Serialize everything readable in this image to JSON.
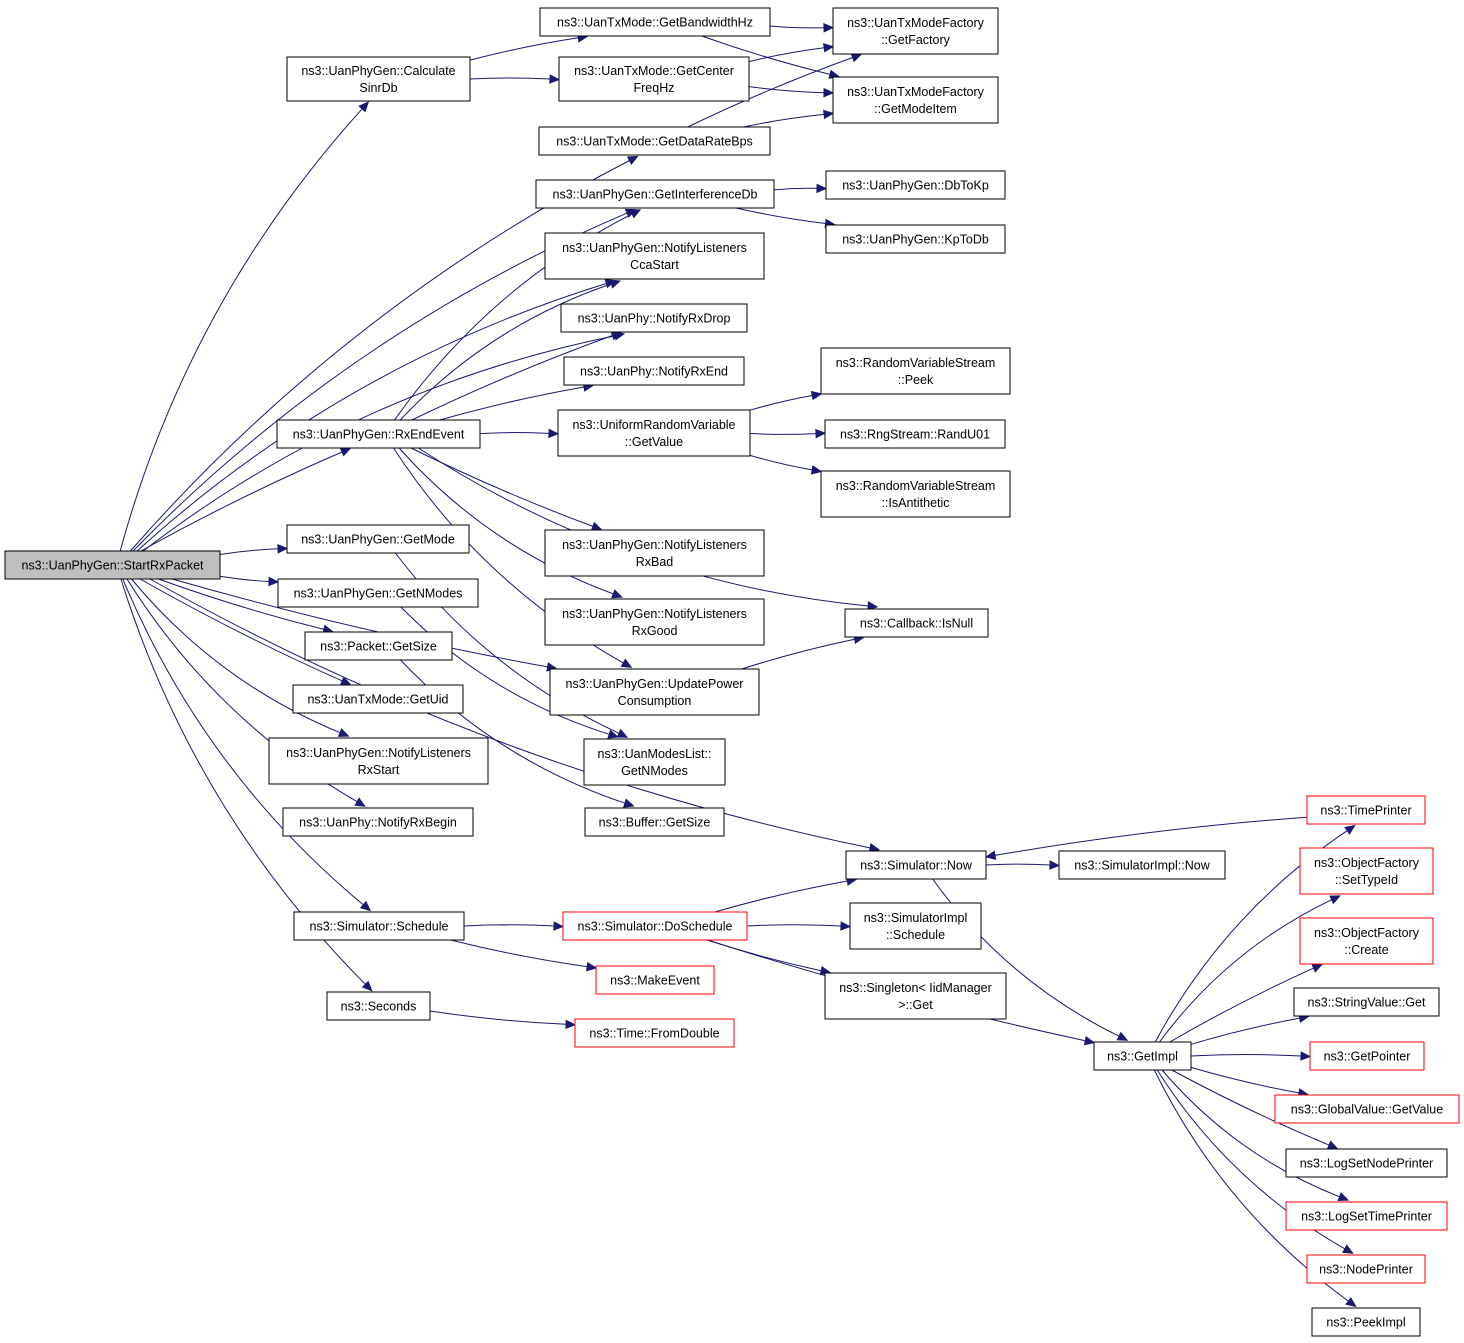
{
  "colors": {
    "edge": "#191970",
    "node_border": "#000000",
    "node_border_truncated": "#ff0000",
    "node_fill": "#ffffff",
    "root_fill": "#bfbfbf"
  },
  "nodes": [
    {
      "id": "root",
      "lines": [
        "ns3::UanPhyGen::StartRxPacket"
      ],
      "style": "root"
    },
    {
      "id": "calc_sinr",
      "lines": [
        "ns3::UanPhyGen::Calculate",
        "SinrDb"
      ],
      "style": "normal"
    },
    {
      "id": "get_bw",
      "lines": [
        "ns3::UanTxMode::GetBandwidthHz"
      ],
      "style": "normal"
    },
    {
      "id": "get_center",
      "lines": [
        "ns3::UanTxMode::GetCenter",
        "FreqHz"
      ],
      "style": "normal"
    },
    {
      "id": "get_factory",
      "lines": [
        "ns3::UanTxModeFactory",
        "::GetFactory"
      ],
      "style": "normal"
    },
    {
      "id": "get_modeitem",
      "lines": [
        "ns3::UanTxModeFactory",
        "::GetModeItem"
      ],
      "style": "normal"
    },
    {
      "id": "get_datarate",
      "lines": [
        "ns3::UanTxMode::GetDataRateBps"
      ],
      "style": "normal"
    },
    {
      "id": "get_interf",
      "lines": [
        "ns3::UanPhyGen::GetInterferenceDb"
      ],
      "style": "normal"
    },
    {
      "id": "dbtokp",
      "lines": [
        "ns3::UanPhyGen::DbToKp"
      ],
      "style": "normal"
    },
    {
      "id": "kptodb",
      "lines": [
        "ns3::UanPhyGen::KpToDb"
      ],
      "style": "normal"
    },
    {
      "id": "notify_cca",
      "lines": [
        "ns3::UanPhyGen::NotifyListeners",
        "CcaStart"
      ],
      "style": "normal"
    },
    {
      "id": "notify_rxdrop",
      "lines": [
        "ns3::UanPhy::NotifyRxDrop"
      ],
      "style": "normal"
    },
    {
      "id": "notify_rxend",
      "lines": [
        "ns3::UanPhy::NotifyRxEnd"
      ],
      "style": "normal"
    },
    {
      "id": "rv_peek",
      "lines": [
        "ns3::RandomVariableStream",
        "::Peek"
      ],
      "style": "normal"
    },
    {
      "id": "rx_end_event",
      "lines": [
        "ns3::UanPhyGen::RxEndEvent"
      ],
      "style": "normal"
    },
    {
      "id": "uniform_getvalue",
      "lines": [
        "ns3::UniformRandomVariable",
        "::GetValue"
      ],
      "style": "normal"
    },
    {
      "id": "randu01",
      "lines": [
        "ns3::RngStream::RandU01"
      ],
      "style": "normal"
    },
    {
      "id": "rv_isanti",
      "lines": [
        "ns3::RandomVariableStream",
        "::IsAntithetic"
      ],
      "style": "normal"
    },
    {
      "id": "get_mode",
      "lines": [
        "ns3::UanPhyGen::GetMode"
      ],
      "style": "normal"
    },
    {
      "id": "notify_rxbad",
      "lines": [
        "ns3::UanPhyGen::NotifyListeners",
        "RxBad"
      ],
      "style": "normal"
    },
    {
      "id": "get_nmodes",
      "lines": [
        "ns3::UanPhyGen::GetNModes"
      ],
      "style": "normal"
    },
    {
      "id": "notify_rxgood",
      "lines": [
        "ns3::UanPhyGen::NotifyListeners",
        "RxGood"
      ],
      "style": "normal"
    },
    {
      "id": "callback_isnull",
      "lines": [
        "ns3::Callback::IsNull"
      ],
      "style": "normal"
    },
    {
      "id": "packet_getsize",
      "lines": [
        "ns3::Packet::GetSize"
      ],
      "style": "normal"
    },
    {
      "id": "update_power",
      "lines": [
        "ns3::UanPhyGen::UpdatePower",
        "Consumption"
      ],
      "style": "normal"
    },
    {
      "id": "get_uid",
      "lines": [
        "ns3::UanTxMode::GetUid"
      ],
      "style": "normal"
    },
    {
      "id": "notify_rxstart",
      "lines": [
        "ns3::UanPhyGen::NotifyListeners",
        "RxStart"
      ],
      "style": "normal"
    },
    {
      "id": "modeslist_getn",
      "lines": [
        "ns3::UanModesList::",
        "GetNModes"
      ],
      "style": "normal"
    },
    {
      "id": "notify_rxbegin",
      "lines": [
        "ns3::UanPhy::NotifyRxBegin"
      ],
      "style": "normal"
    },
    {
      "id": "buffer_getsize",
      "lines": [
        "ns3::Buffer::GetSize"
      ],
      "style": "normal"
    },
    {
      "id": "time_printer",
      "lines": [
        "ns3::TimePrinter"
      ],
      "style": "truncated"
    },
    {
      "id": "sim_now",
      "lines": [
        "ns3::Simulator::Now"
      ],
      "style": "normal"
    },
    {
      "id": "simimpl_now",
      "lines": [
        "ns3::SimulatorImpl::Now"
      ],
      "style": "normal"
    },
    {
      "id": "of_settypeid",
      "lines": [
        "ns3::ObjectFactory",
        "::SetTypeId"
      ],
      "style": "truncated"
    },
    {
      "id": "simimpl_schedule",
      "lines": [
        "ns3::SimulatorImpl",
        "::Schedule"
      ],
      "style": "normal"
    },
    {
      "id": "sim_schedule",
      "lines": [
        "ns3::Simulator::Schedule"
      ],
      "style": "normal"
    },
    {
      "id": "sim_doschedule",
      "lines": [
        "ns3::Simulator::DoSchedule"
      ],
      "style": "truncated"
    },
    {
      "id": "of_create",
      "lines": [
        "ns3::ObjectFactory",
        "::Create"
      ],
      "style": "truncated"
    },
    {
      "id": "make_event",
      "lines": [
        "ns3::MakeEvent"
      ],
      "style": "truncated"
    },
    {
      "id": "singleton_get",
      "lines": [
        "ns3::Singleton< IidManager",
        " >::Get"
      ],
      "style": "normal"
    },
    {
      "id": "seconds",
      "lines": [
        "ns3::Seconds"
      ],
      "style": "normal"
    },
    {
      "id": "time_fromdouble",
      "lines": [
        "ns3::Time::FromDouble"
      ],
      "style": "truncated"
    },
    {
      "id": "stringvalue_get",
      "lines": [
        "ns3::StringValue::Get"
      ],
      "style": "normal"
    },
    {
      "id": "get_impl",
      "lines": [
        "ns3::GetImpl"
      ],
      "style": "normal"
    },
    {
      "id": "get_pointer",
      "lines": [
        "ns3::GetPointer"
      ],
      "style": "truncated"
    },
    {
      "id": "globalvalue_get",
      "lines": [
        "ns3::GlobalValue::GetValue"
      ],
      "style": "truncated"
    },
    {
      "id": "log_nodeprinter",
      "lines": [
        "ns3::LogSetNodePrinter"
      ],
      "style": "normal"
    },
    {
      "id": "log_timeprinter",
      "lines": [
        "ns3::LogSetTimePrinter"
      ],
      "style": "truncated"
    },
    {
      "id": "node_printer",
      "lines": [
        "ns3::NodePrinter"
      ],
      "style": "truncated"
    },
    {
      "id": "peek_impl",
      "lines": [
        "ns3::PeekImpl"
      ],
      "style": "normal"
    }
  ],
  "edges": [
    {
      "from": "root",
      "to": "calc_sinr"
    },
    {
      "from": "root",
      "to": "get_datarate"
    },
    {
      "from": "root",
      "to": "get_interf"
    },
    {
      "from": "root",
      "to": "notify_cca"
    },
    {
      "from": "root",
      "to": "notify_rxdrop"
    },
    {
      "from": "root",
      "to": "rx_end_event"
    },
    {
      "from": "root",
      "to": "update_power"
    },
    {
      "from": "root",
      "to": "get_mode"
    },
    {
      "from": "root",
      "to": "get_nmodes"
    },
    {
      "from": "root",
      "to": "packet_getsize"
    },
    {
      "from": "root",
      "to": "get_uid"
    },
    {
      "from": "root",
      "to": "notify_rxstart"
    },
    {
      "from": "root",
      "to": "notify_rxbegin"
    },
    {
      "from": "root",
      "to": "sim_now"
    },
    {
      "from": "root",
      "to": "sim_schedule"
    },
    {
      "from": "root",
      "to": "seconds"
    },
    {
      "from": "calc_sinr",
      "to": "get_bw"
    },
    {
      "from": "calc_sinr",
      "to": "get_center"
    },
    {
      "from": "get_bw",
      "to": "get_factory"
    },
    {
      "from": "get_bw",
      "to": "get_modeitem"
    },
    {
      "from": "get_center",
      "to": "get_factory"
    },
    {
      "from": "get_center",
      "to": "get_modeitem"
    },
    {
      "from": "get_datarate",
      "to": "get_factory"
    },
    {
      "from": "get_datarate",
      "to": "get_modeitem"
    },
    {
      "from": "get_interf",
      "to": "dbtokp"
    },
    {
      "from": "get_interf",
      "to": "kptodb"
    },
    {
      "from": "rx_end_event",
      "to": "get_interf"
    },
    {
      "from": "rx_end_event",
      "to": "notify_cca"
    },
    {
      "from": "rx_end_event",
      "to": "notify_rxdrop"
    },
    {
      "from": "rx_end_event",
      "to": "notify_rxend"
    },
    {
      "from": "rx_end_event",
      "to": "uniform_getvalue"
    },
    {
      "from": "rx_end_event",
      "to": "notify_rxbad"
    },
    {
      "from": "rx_end_event",
      "to": "notify_rxgood"
    },
    {
      "from": "rx_end_event",
      "to": "update_power"
    },
    {
      "from": "rx_end_event",
      "to": "callback_isnull"
    },
    {
      "from": "uniform_getvalue",
      "to": "rv_peek"
    },
    {
      "from": "uniform_getvalue",
      "to": "randu01"
    },
    {
      "from": "uniform_getvalue",
      "to": "rv_isanti"
    },
    {
      "from": "update_power",
      "to": "callback_isnull"
    },
    {
      "from": "get_mode",
      "to": "modeslist_getn"
    },
    {
      "from": "get_nmodes",
      "to": "modeslist_getn"
    },
    {
      "from": "packet_getsize",
      "to": "buffer_getsize"
    },
    {
      "from": "sim_now",
      "to": "simimpl_now"
    },
    {
      "from": "sim_now",
      "to": "get_impl"
    },
    {
      "from": "time_printer",
      "to": "sim_now"
    },
    {
      "from": "sim_schedule",
      "to": "sim_doschedule"
    },
    {
      "from": "sim_schedule",
      "to": "make_event"
    },
    {
      "from": "sim_doschedule",
      "to": "sim_now"
    },
    {
      "from": "sim_doschedule",
      "to": "simimpl_schedule"
    },
    {
      "from": "sim_doschedule",
      "to": "singleton_get"
    },
    {
      "from": "sim_doschedule",
      "to": "get_impl"
    },
    {
      "from": "seconds",
      "to": "time_fromdouble"
    },
    {
      "from": "get_impl",
      "to": "time_printer"
    },
    {
      "from": "get_impl",
      "to": "of_settypeid"
    },
    {
      "from": "get_impl",
      "to": "of_create"
    },
    {
      "from": "get_impl",
      "to": "stringvalue_get"
    },
    {
      "from": "get_impl",
      "to": "get_pointer"
    },
    {
      "from": "get_impl",
      "to": "globalvalue_get"
    },
    {
      "from": "get_impl",
      "to": "log_nodeprinter"
    },
    {
      "from": "get_impl",
      "to": "log_timeprinter"
    },
    {
      "from": "get_impl",
      "to": "node_printer"
    },
    {
      "from": "get_impl",
      "to": "peek_impl"
    }
  ]
}
